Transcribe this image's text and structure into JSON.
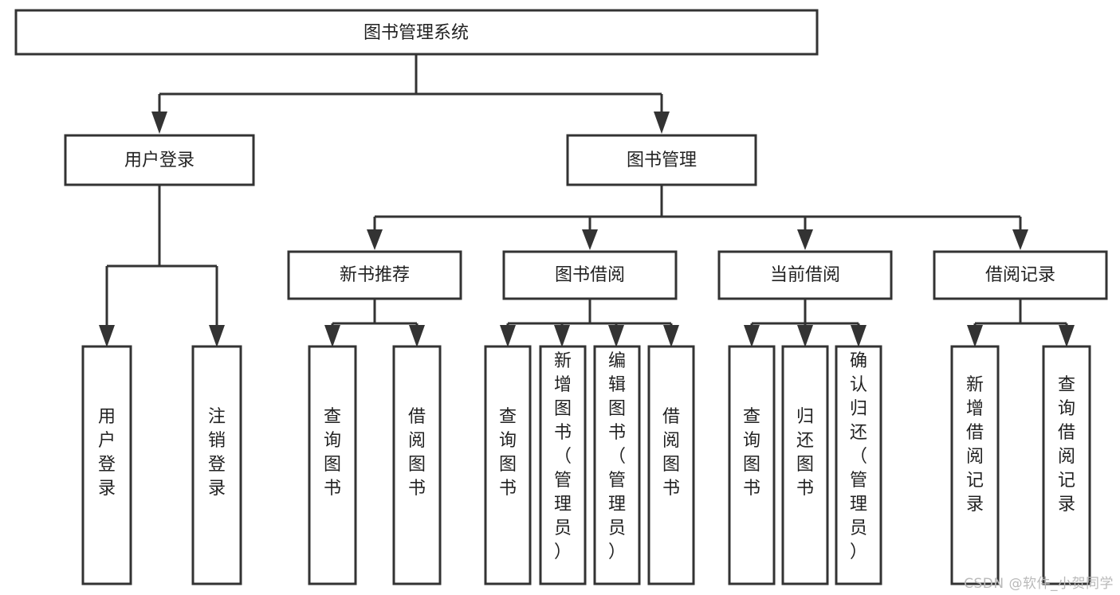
{
  "diagram": {
    "type": "tree-hierarchy-chart",
    "title_node": "图书管理系统",
    "watermark": "CSDN @软件_小贺同学",
    "levels": [
      {
        "level": 1,
        "nodes": [
          {
            "id": "root",
            "label": "图书管理系统",
            "orientation": "horizontal"
          }
        ]
      },
      {
        "level": 2,
        "nodes": [
          {
            "id": "user-login",
            "label": "用户登录",
            "orientation": "horizontal",
            "parent": "root"
          },
          {
            "id": "book-manage",
            "label": "图书管理",
            "orientation": "horizontal",
            "parent": "root"
          }
        ]
      },
      {
        "level": 3,
        "nodes": [
          {
            "id": "new-book-rec",
            "label": "新书推荐",
            "orientation": "horizontal",
            "parent": "book-manage"
          },
          {
            "id": "book-borrow",
            "label": "图书借阅",
            "orientation": "horizontal",
            "parent": "book-manage"
          },
          {
            "id": "current-borrow",
            "label": "当前借阅",
            "orientation": "horizontal",
            "parent": "book-manage"
          },
          {
            "id": "borrow-record",
            "label": "借阅记录",
            "orientation": "horizontal",
            "parent": "book-manage"
          }
        ]
      },
      {
        "level": 4,
        "nodes": [
          {
            "id": "leaf-user-login",
            "label": "用户登录",
            "orientation": "vertical",
            "parent": "user-login"
          },
          {
            "id": "leaf-logout",
            "label": "注销登录",
            "orientation": "vertical",
            "parent": "user-login"
          },
          {
            "id": "leaf-query-book-1",
            "label": "查询图书",
            "orientation": "vertical",
            "parent": "new-book-rec"
          },
          {
            "id": "leaf-borrow-book-1",
            "label": "借阅图书",
            "orientation": "vertical",
            "parent": "new-book-rec"
          },
          {
            "id": "leaf-query-book-2",
            "label": "查询图书",
            "orientation": "vertical",
            "parent": "book-borrow"
          },
          {
            "id": "leaf-add-book",
            "label": "新增图书（管理员）",
            "orientation": "vertical",
            "parent": "book-borrow"
          },
          {
            "id": "leaf-edit-book",
            "label": "编辑图书（管理员）",
            "orientation": "vertical",
            "parent": "book-borrow"
          },
          {
            "id": "leaf-borrow-book-2",
            "label": "借阅图书",
            "orientation": "vertical",
            "parent": "book-borrow"
          },
          {
            "id": "leaf-query-book-3",
            "label": "查询图书",
            "orientation": "vertical",
            "parent": "current-borrow"
          },
          {
            "id": "leaf-return-book",
            "label": "归还图书",
            "orientation": "vertical",
            "parent": "current-borrow"
          },
          {
            "id": "leaf-confirm-return",
            "label": "确认归还（管理员）",
            "orientation": "vertical",
            "parent": "current-borrow"
          },
          {
            "id": "leaf-add-record",
            "label": "新增借阅记录",
            "orientation": "vertical",
            "parent": "borrow-record"
          },
          {
            "id": "leaf-query-record",
            "label": "查询借阅记录",
            "orientation": "vertical",
            "parent": "borrow-record"
          }
        ]
      }
    ],
    "colors": {
      "box_stroke": "#333333",
      "box_fill": "#ffffff",
      "text": "#222222",
      "background": "#ffffff",
      "watermark": "#b9b9b9"
    }
  }
}
